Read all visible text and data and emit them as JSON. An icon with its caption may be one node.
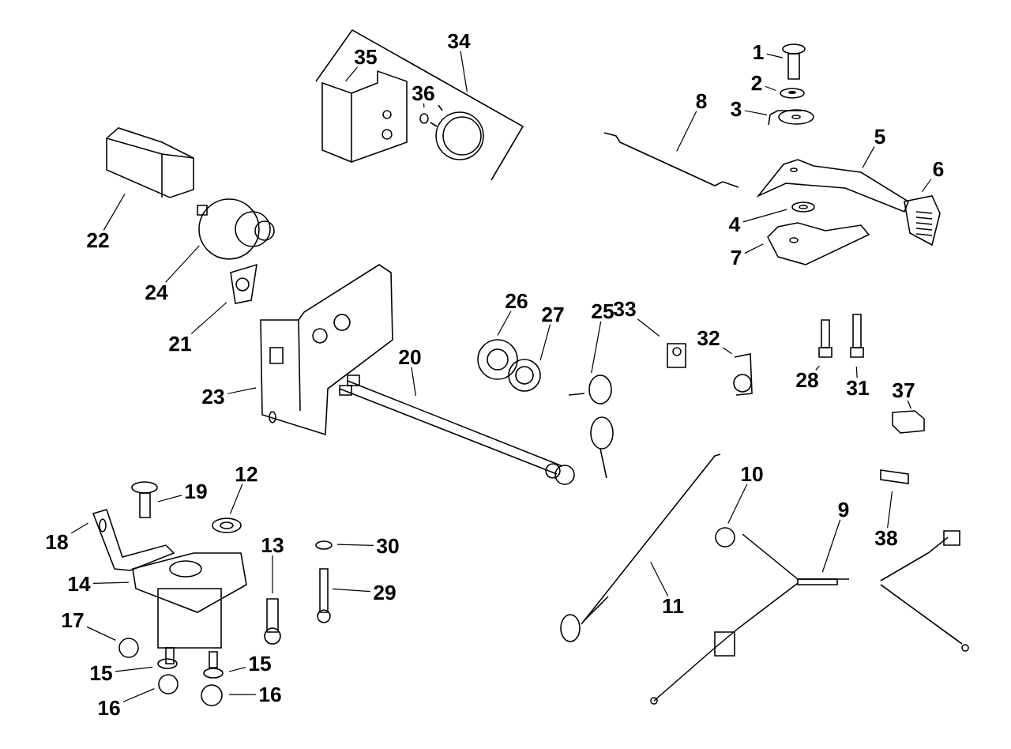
{
  "diagram": {
    "nodes": [
      {
        "text": [
          "1"
        ]
      },
      {
        "text": [
          "2"
        ]
      },
      {
        "text": [
          "3"
        ]
      },
      {
        "text": [
          "8"
        ]
      },
      {
        "text": [
          "5"
        ]
      },
      {
        "text": [
          "6"
        ]
      },
      {
        "text": [
          "4"
        ]
      },
      {
        "text": [
          "7"
        ]
      },
      {
        "text": [
          "34"
        ]
      },
      {
        "text": [
          "35"
        ]
      },
      {
        "text": [
          "36"
        ]
      },
      {
        "text": [
          "22"
        ]
      },
      {
        "text": [
          "24"
        ]
      },
      {
        "text": [
          "21"
        ]
      },
      {
        "text": [
          "26"
        ]
      },
      {
        "text": [
          "27"
        ]
      },
      {
        "text": [
          "25"
        ]
      },
      {
        "text": [
          "33"
        ]
      },
      {
        "text": [
          "32"
        ]
      },
      {
        "text": [
          "28"
        ]
      },
      {
        "text": [
          "31"
        ]
      },
      {
        "text": [
          "20"
        ]
      },
      {
        "text": [
          "23"
        ]
      },
      {
        "text": [
          "37"
        ]
      },
      {
        "text": [
          "12"
        ]
      },
      {
        "text": [
          "19"
        ]
      },
      {
        "text": [
          "18"
        ]
      },
      {
        "text": [
          "13"
        ]
      },
      {
        "text": [
          "30"
        ]
      },
      {
        "text": [
          "14"
        ]
      },
      {
        "text": [
          "29"
        ]
      },
      {
        "text": [
          "17"
        ]
      },
      {
        "text": [
          "15"
        ]
      },
      {
        "text": [
          "15"
        ]
      },
      {
        "text": [
          "16"
        ]
      },
      {
        "text": [
          "16"
        ]
      },
      {
        "text": [
          "11"
        ]
      },
      {
        "text": [
          "10"
        ]
      },
      {
        "text": [
          "9"
        ]
      },
      {
        "text": [
          "38"
        ]
      }
    ],
    "edges": [
      {
        "from": 0,
        "to": null,
        "arrow": "none"
      },
      {
        "from": 1,
        "to": null,
        "arrow": "none"
      },
      {
        "from": 2,
        "to": null,
        "arrow": "none"
      },
      {
        "from": 3,
        "to": null,
        "arrow": "none"
      },
      {
        "from": 4,
        "to": null,
        "arrow": "none"
      },
      {
        "from": 5,
        "to": null,
        "arrow": "none"
      },
      {
        "from": 6,
        "to": null,
        "arrow": "none"
      },
      {
        "from": 7,
        "to": null,
        "arrow": "none"
      },
      {
        "from": 8,
        "to": null,
        "arrow": "none"
      },
      {
        "from": 9,
        "to": null,
        "arrow": "none"
      },
      {
        "from": 10,
        "to": null,
        "arrow": "none"
      },
      {
        "from": 11,
        "to": null,
        "arrow": "none"
      },
      {
        "from": 12,
        "to": null,
        "arrow": "none"
      },
      {
        "from": 13,
        "to": null,
        "arrow": "none"
      },
      {
        "from": 14,
        "to": null,
        "arrow": "none"
      },
      {
        "from": 15,
        "to": null,
        "arrow": "none"
      },
      {
        "from": 16,
        "to": null,
        "arrow": "none"
      },
      {
        "from": 17,
        "to": null,
        "arrow": "none"
      },
      {
        "from": 18,
        "to": null,
        "arrow": "none"
      },
      {
        "from": 19,
        "to": null,
        "arrow": "none"
      },
      {
        "from": 20,
        "to": null,
        "arrow": "none"
      },
      {
        "from": 21,
        "to": null,
        "arrow": "none"
      },
      {
        "from": 22,
        "to": null,
        "arrow": "none"
      },
      {
        "from": 23,
        "to": null,
        "arrow": "none"
      },
      {
        "from": 24,
        "to": null,
        "arrow": "none"
      },
      {
        "from": 25,
        "to": null,
        "arrow": "none"
      },
      {
        "from": 26,
        "to": null,
        "arrow": "none"
      },
      {
        "from": 27,
        "to": null,
        "arrow": "none"
      },
      {
        "from": 28,
        "to": null,
        "arrow": "none"
      },
      {
        "from": 29,
        "to": null,
        "arrow": "none"
      },
      {
        "from": 30,
        "to": null,
        "arrow": "none"
      },
      {
        "from": 31,
        "to": null,
        "arrow": "none"
      },
      {
        "from": 32,
        "to": null,
        "arrow": "none"
      },
      {
        "from": 33,
        "to": null,
        "arrow": "none"
      },
      {
        "from": 34,
        "to": null,
        "arrow": "none"
      },
      {
        "from": 35,
        "to": null,
        "arrow": "none"
      },
      {
        "from": 36,
        "to": null,
        "arrow": "none"
      },
      {
        "from": 37,
        "to": null,
        "arrow": "none"
      },
      {
        "from": 38,
        "to": null,
        "arrow": "none"
      },
      {
        "from": 39,
        "to": null,
        "arrow": "none"
      }
    ]
  }
}
